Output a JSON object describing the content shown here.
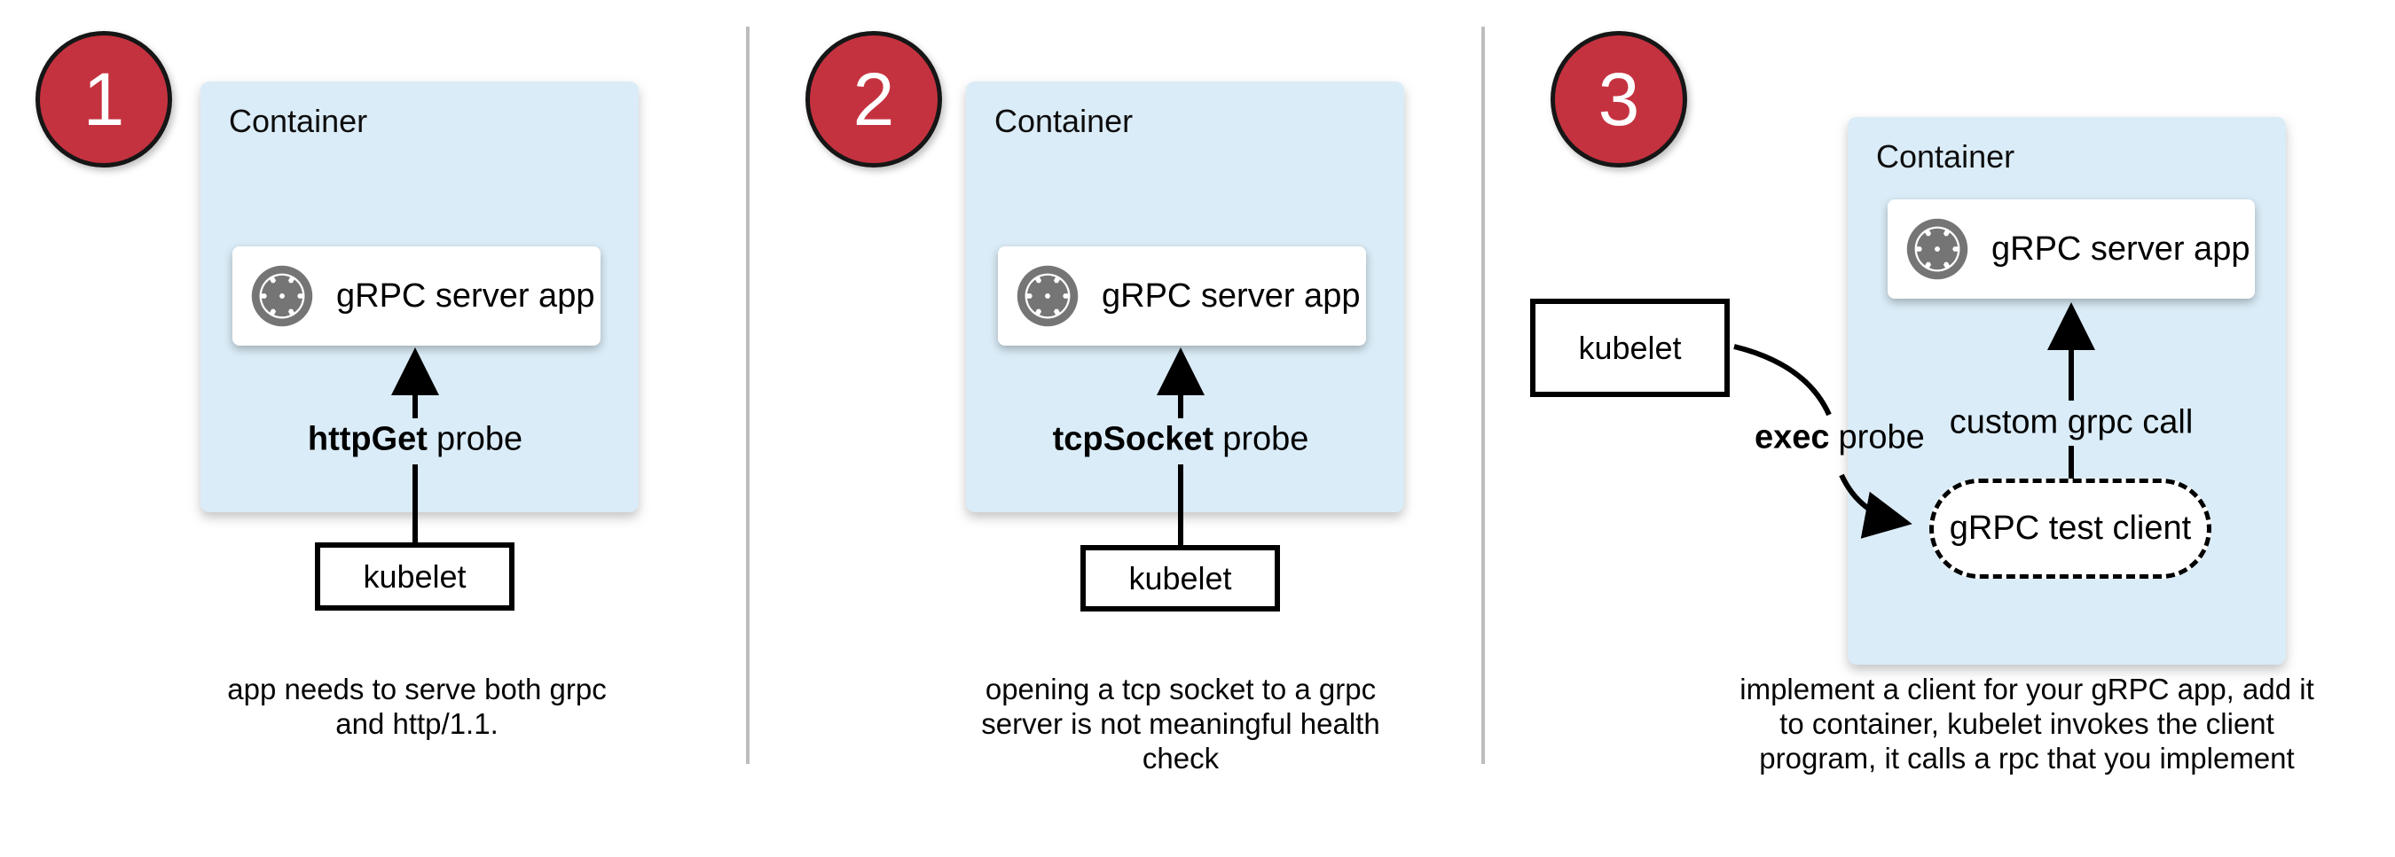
{
  "colors": {
    "container_fill": "#daecf7",
    "badge_red": "#c5323f",
    "icon_gray": "#757575",
    "divider_gray": "#bdbdbd",
    "arrow_black": "#000000"
  },
  "panels": [
    {
      "number": "1",
      "container_label": "Container",
      "app_label": "gRPC server app",
      "app_icon": "aperture-icon",
      "probe_bold": "httpGet",
      "probe_rest": "probe",
      "kubelet_label": "kubelet",
      "caption_lines": [
        "app needs to serve both grpc",
        "and http/1.1."
      ]
    },
    {
      "number": "2",
      "container_label": "Container",
      "app_label": "gRPC server app",
      "app_icon": "aperture-icon",
      "probe_bold": "tcpSocket",
      "probe_rest": "probe",
      "kubelet_label": "kubelet",
      "caption_lines": [
        "opening a tcp socket to a grpc",
        "server is not meaningful health",
        "check"
      ]
    },
    {
      "number": "3",
      "container_label": "Container",
      "app_label": "gRPC server app",
      "app_icon": "aperture-icon",
      "probe_bold": "exec",
      "probe_rest": "probe",
      "kubelet_label": "kubelet",
      "call_label": "custom grpc call",
      "client_label": "gRPC test client",
      "caption_lines": [
        "implement a client for your gRPC app, add it",
        "to container, kubelet invokes the client",
        "program, it calls a rpc that you implement"
      ]
    }
  ]
}
